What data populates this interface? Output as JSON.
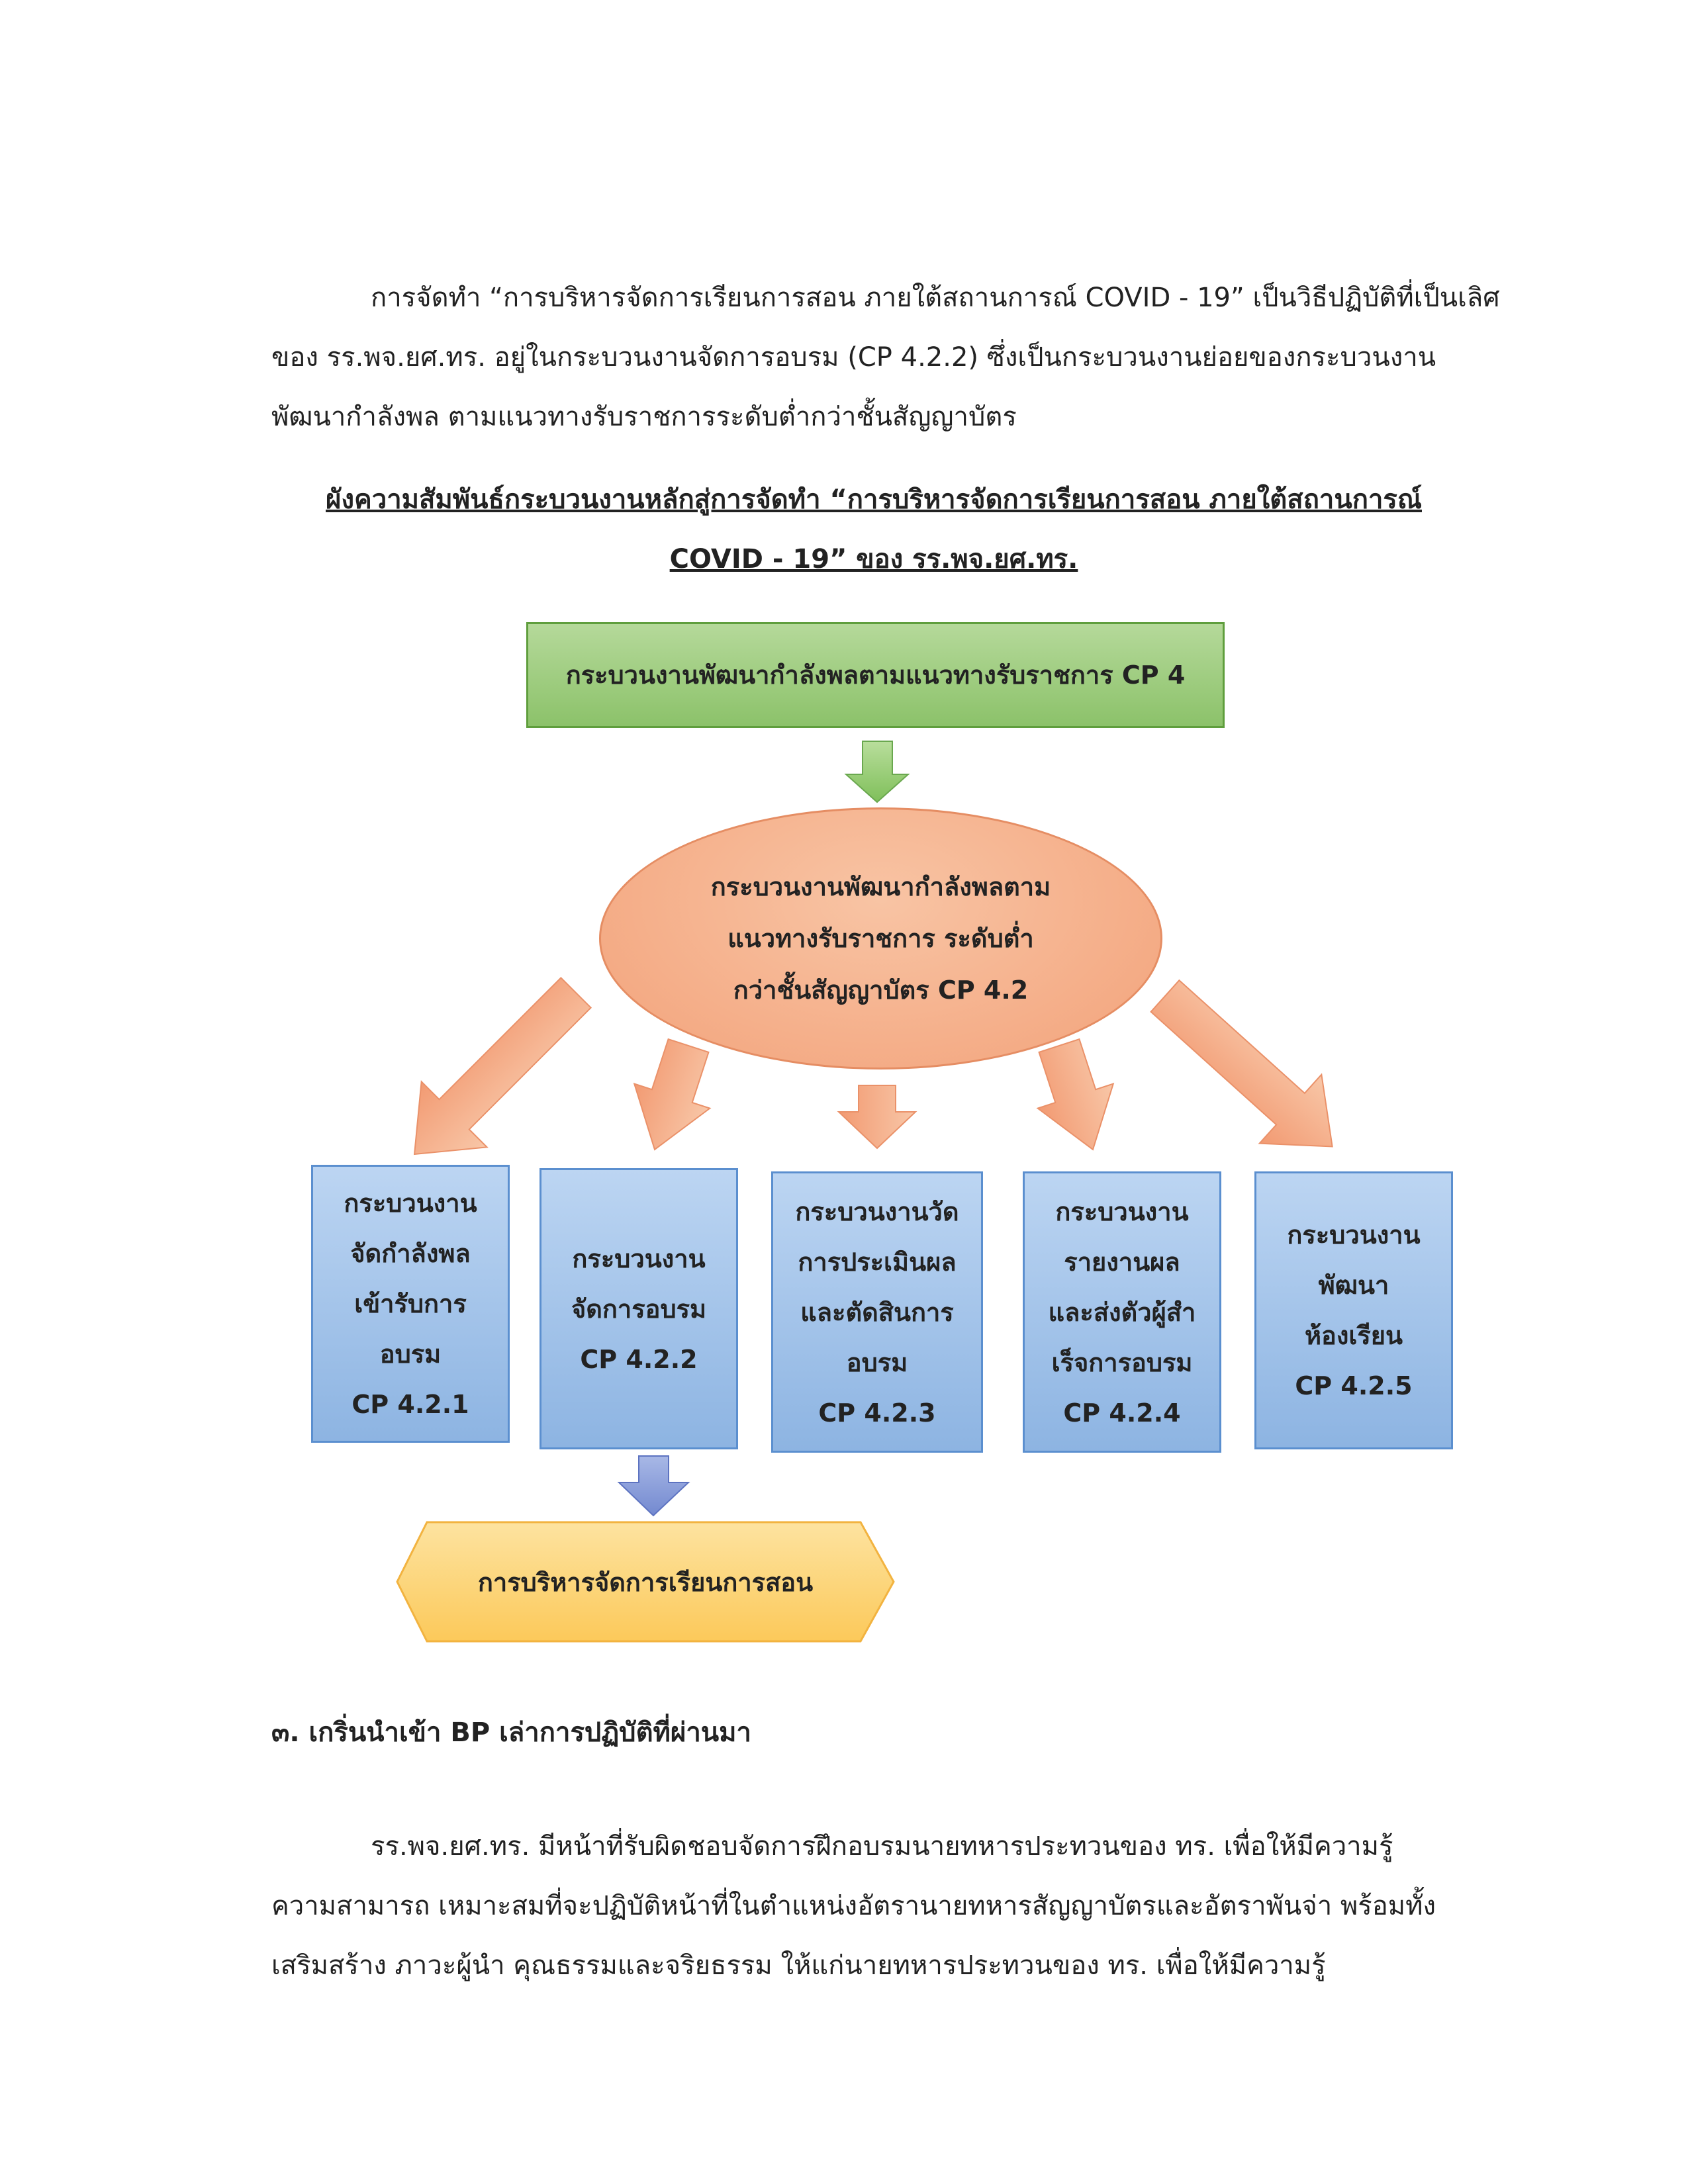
{
  "intro": {
    "lines": [
      "การจัดทำ “การบริหารจัดการเรียนการสอน ภายใต้สถานการณ์ COVID - 19” เป็นวิธีปฏิบัติที่เป็นเลิศ",
      "ของ รร.พจ.ยศ.ทร. อยู่ในกระบวนงานจัดการอบรม (CP 4.2.2) ซึ่งเป็นกระบวนงานย่อยของกระบวนงาน",
      "พัฒนากำลังพล ตามแนวทางรับราชการระดับต่ำกว่าชั้นสัญญาบัตร"
    ]
  },
  "diagram_title": {
    "line1": "ผังความสัมพันธ์กระบวนงานหลักสู่การจัดทำ “การบริหารจัดการเรียนการสอน ภายใต้สถานการณ์",
    "line2": "COVID - 19” ของ รร.พจ.ยศ.ทร."
  },
  "diagram": {
    "top": "กระบวนงานพัฒนากำลังพลตามแนวทางรับราชการ CP 4",
    "center": [
      "กระบวนงานพัฒนากำลังพลตาม",
      "แนวทางรับราชการ ระดับต่ำ",
      "กว่าชั้นสัญญาบัตร CP 4.2"
    ],
    "sub": [
      {
        "lines": [
          "กระบวนงาน",
          "จัดกำลังพล",
          "เข้ารับการ",
          "อบรม",
          "CP 4.2.1"
        ]
      },
      {
        "lines": [
          "กระบวนงาน",
          "จัดการอบรม",
          "CP 4.2.2"
        ]
      },
      {
        "lines": [
          "กระบวนงานวัด",
          "การประเมินผล",
          "และตัดสินการ",
          "อบรม",
          "CP 4.2.3"
        ]
      },
      {
        "lines": [
          "กระบวนงาน",
          "รายงานผล",
          "และส่งตัวผู้สำ",
          "เร็จการอบรม",
          "CP 4.2.4"
        ]
      },
      {
        "lines": [
          "กระบวนงาน",
          "พัฒนา",
          "ห้องเรียน",
          "CP 4.2.5"
        ]
      }
    ],
    "result": "การบริหารจัดการเรียนการสอน",
    "colors": {
      "green": "#8cc26a",
      "orange": "#f3a27a",
      "blue": "#8db4e2",
      "gold": "#fdd57e"
    }
  },
  "section3": {
    "heading": "๓. เกริ่นนำเข้า BP เล่าการปฏิบัติที่ผ่านมา"
  },
  "body": {
    "lines": [
      "รร.พจ.ยศ.ทร. มีหน้าที่รับผิดชอบจัดการฝึกอบรมนายทหารประทวนของ ทร. เพื่อให้มีความรู้",
      "ความสามารถ เหมาะสมที่จะปฏิบัติหน้าที่ในตำแหน่งอัตรานายทหารสัญญาบัตรและอัตราพันจ่า พร้อมทั้ง",
      "เสริมสร้าง ภาวะผู้นำ คุณธรรมและจริยธรรม ให้แก่นายทหารประทวนของ ทร. เพื่อให้มีความรู้"
    ]
  }
}
